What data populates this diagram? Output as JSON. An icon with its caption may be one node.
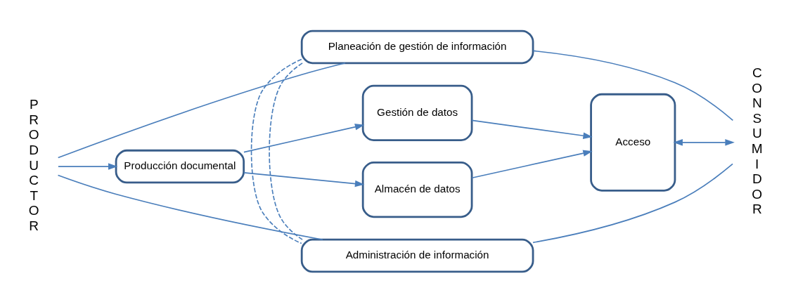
{
  "diagram": {
    "nodes": [
      {
        "text": [
          "Planeación de gestión de información"
        ]
      },
      {
        "text": [
          "Producción documental"
        ]
      },
      {
        "text": [
          "Gestión de datos"
        ]
      },
      {
        "text": [
          "Almacén de datos"
        ]
      },
      {
        "text": [
          "Acceso"
        ]
      },
      {
        "text": [
          "Administración de información"
        ]
      },
      {
        "text": [
          "PRODUCTOR"
        ]
      },
      {
        "text": [
          "CONSUMIDOR"
        ]
      }
    ],
    "edges": [
      {
        "from": 6,
        "to": 1,
        "arrow": "to"
      },
      {
        "from": 1,
        "to": 2,
        "arrow": "to"
      },
      {
        "from": 1,
        "to": 3,
        "arrow": "to"
      },
      {
        "from": 2,
        "to": 4,
        "arrow": "to"
      },
      {
        "from": 3,
        "to": 4,
        "arrow": "to"
      },
      {
        "from": 4,
        "to": 7,
        "arrow": "both"
      },
      {
        "from": 6,
        "to": 0,
        "arrow": "none"
      },
      {
        "from": 0,
        "to": 7,
        "arrow": "none"
      },
      {
        "from": 6,
        "to": 5,
        "arrow": "none"
      },
      {
        "from": 5,
        "to": 7,
        "arrow": "none"
      },
      {
        "from": 0,
        "to": 5,
        "arrow": "none",
        "style": "dashed"
      },
      {
        "from": 0,
        "to": 5,
        "arrow": "none",
        "style": "dashed"
      }
    ]
  }
}
